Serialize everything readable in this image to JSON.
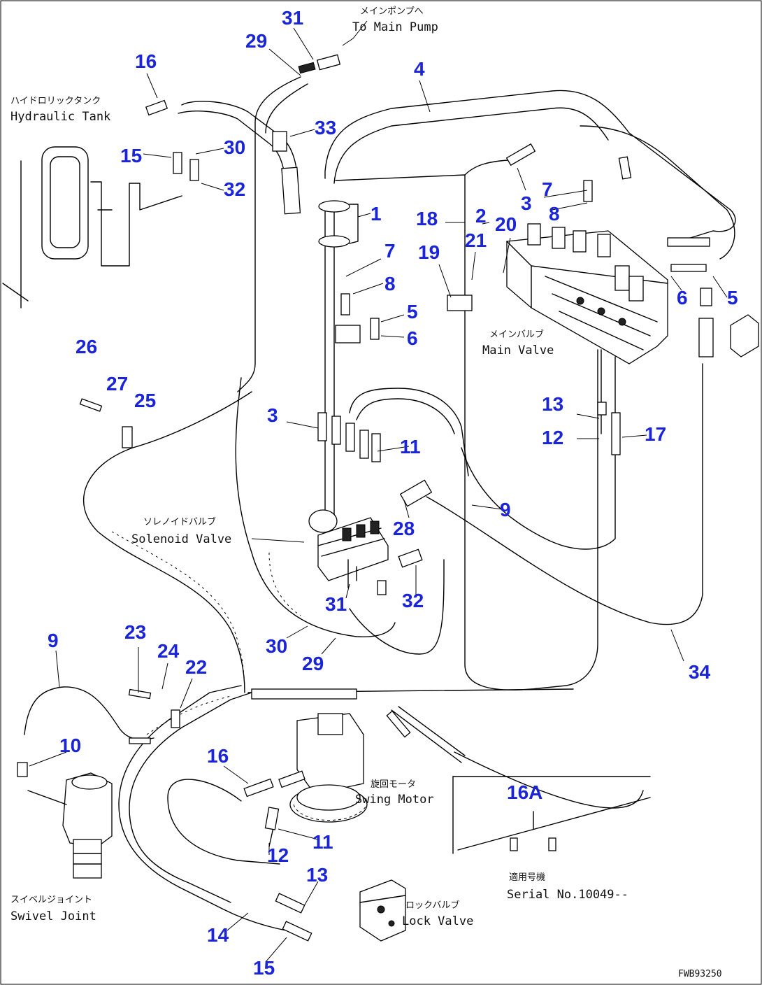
{
  "callouts": [
    {
      "id": "c31a",
      "text": "31"
    },
    {
      "id": "c29a",
      "text": "29"
    },
    {
      "id": "c16a",
      "text": "16"
    },
    {
      "id": "c4",
      "text": "4"
    },
    {
      "id": "c33",
      "text": "33"
    },
    {
      "id": "c15a",
      "text": "15"
    },
    {
      "id": "c30a",
      "text": "30"
    },
    {
      "id": "c32a",
      "text": "32"
    },
    {
      "id": "c1",
      "text": "1"
    },
    {
      "id": "c7a",
      "text": "7"
    },
    {
      "id": "c8a",
      "text": "8"
    },
    {
      "id": "c5a",
      "text": "5"
    },
    {
      "id": "c6a",
      "text": "6"
    },
    {
      "id": "c18",
      "text": "18"
    },
    {
      "id": "c2",
      "text": "2"
    },
    {
      "id": "c3a",
      "text": "3"
    },
    {
      "id": "c7b",
      "text": "7"
    },
    {
      "id": "c8b",
      "text": "8"
    },
    {
      "id": "c21",
      "text": "21"
    },
    {
      "id": "c20",
      "text": "20"
    },
    {
      "id": "c19",
      "text": "19"
    },
    {
      "id": "c6b",
      "text": "6"
    },
    {
      "id": "c5b",
      "text": "5"
    },
    {
      "id": "c26",
      "text": "26"
    },
    {
      "id": "c27",
      "text": "27"
    },
    {
      "id": "c25",
      "text": "25"
    },
    {
      "id": "c3b",
      "text": "3"
    },
    {
      "id": "c11a",
      "text": "11"
    },
    {
      "id": "c13a",
      "text": "13"
    },
    {
      "id": "c12a",
      "text": "12"
    },
    {
      "id": "c17",
      "text": "17"
    },
    {
      "id": "c9a",
      "text": "9"
    },
    {
      "id": "c28",
      "text": "28"
    },
    {
      "id": "c31b",
      "text": "31"
    },
    {
      "id": "c32b",
      "text": "32"
    },
    {
      "id": "c30b",
      "text": "30"
    },
    {
      "id": "c29b",
      "text": "29"
    },
    {
      "id": "c34",
      "text": "34"
    },
    {
      "id": "c9b",
      "text": "9"
    },
    {
      "id": "c23",
      "text": "23"
    },
    {
      "id": "c24",
      "text": "24"
    },
    {
      "id": "c22",
      "text": "22"
    },
    {
      "id": "c10",
      "text": "10"
    },
    {
      "id": "c16b",
      "text": "16"
    },
    {
      "id": "c11b",
      "text": "11"
    },
    {
      "id": "c12b",
      "text": "12"
    },
    {
      "id": "c13b",
      "text": "13"
    },
    {
      "id": "c14",
      "text": "14"
    },
    {
      "id": "c15b",
      "text": "15"
    },
    {
      "id": "c16A",
      "text": "16A"
    }
  ],
  "labels": {
    "main_pump_jp": "メインポンプへ",
    "main_pump_en": "To Main Pump",
    "tank_jp": "ハイドロリックタンク",
    "tank_en": "Hydraulic Tank",
    "main_valve_jp": "メインバルブ",
    "main_valve_en": "Main Valve",
    "solenoid_jp": "ソレノイドバルブ",
    "solenoid_en": "Solenoid Valve",
    "swing_motor_jp": "旋回モータ",
    "swing_motor_en": "Swing Motor",
    "swivel_jp": "スイベルジョイント",
    "swivel_en": "Swivel Joint",
    "lock_valve_jp": "ロックバルブ",
    "lock_valve_en": "Lock Valve",
    "serial_jp": "適用号機",
    "serial_en": "Serial No.10049--",
    "drawing_code": "FWB93250"
  }
}
